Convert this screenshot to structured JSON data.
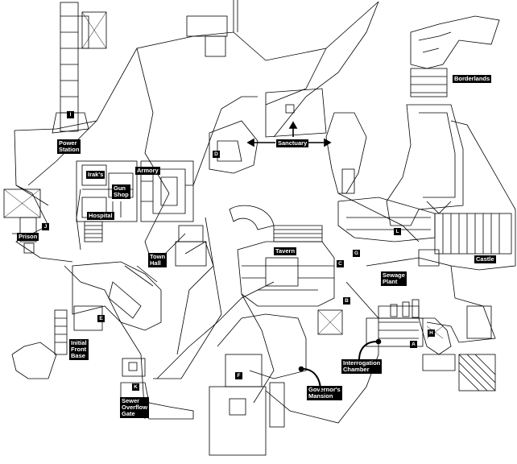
{
  "map": {
    "labels": {
      "power_station": "Power\nStation",
      "prison": "Prison",
      "town_hall": "Town\nHall",
      "initial_front_base": "Initial\nFront\nBase",
      "sewer_overflow_gate": "Sewer\nOverflow\nGate",
      "sanctuary": "Sanctuary",
      "tavern": "Tavern",
      "armory": "Armory",
      "iraks": "Irak's",
      "gun_shop": "Gun\nShop",
      "hospital": "Hospital",
      "borderlands": "Borderlands",
      "castle": "Castle",
      "sewage_plant": "Sewage\nPlant",
      "interrogation_chamber": "Interrogation\nChamber",
      "governors_mansion": "Governor's\nMansion"
    },
    "markers": {
      "a": "A",
      "b": "B",
      "c": "C",
      "d": "D",
      "e": "E",
      "f": "F",
      "g": "G",
      "h": "H",
      "i": "I",
      "j": "J",
      "k": "K",
      "l": "L"
    },
    "colors": {
      "ink": "#000000",
      "paper": "#ffffff",
      "label_bg": "#000000",
      "label_text": "#ffffff"
    }
  }
}
